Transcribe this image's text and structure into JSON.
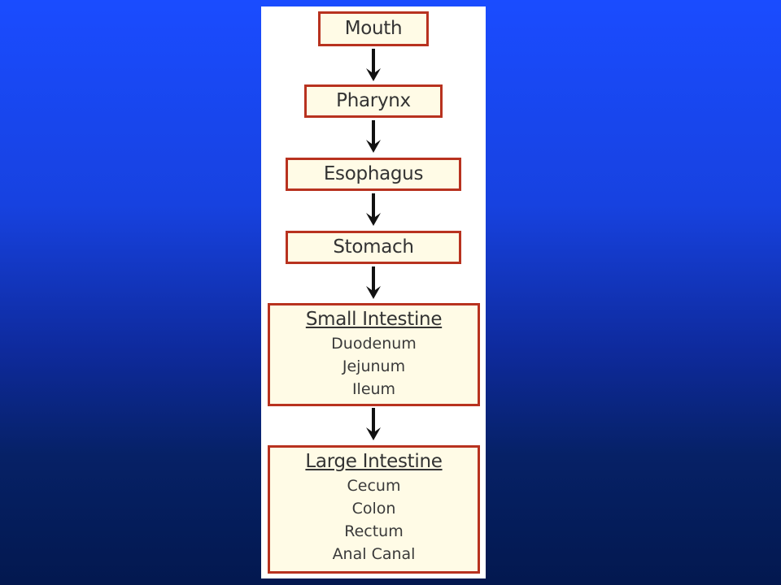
{
  "diagram": {
    "boxes": [
      {
        "title": "Mouth",
        "items": []
      },
      {
        "title": "Pharynx",
        "items": []
      },
      {
        "title": "Esophagus",
        "items": []
      },
      {
        "title": "Stomach",
        "items": []
      },
      {
        "title": "Small Intestine",
        "items": [
          "Duodenum",
          "Jejunum",
          "Ileum"
        ]
      },
      {
        "title": "Large Intestine",
        "items": [
          "Cecum",
          "Colon",
          "Rectum",
          "Anal Canal"
        ]
      }
    ]
  },
  "colors": {
    "box_border": "#b8321f",
    "box_fill": "#fffbe6",
    "arrow": "#111111",
    "background_top": "#1a4cff",
    "background_bottom": "#03184f"
  }
}
